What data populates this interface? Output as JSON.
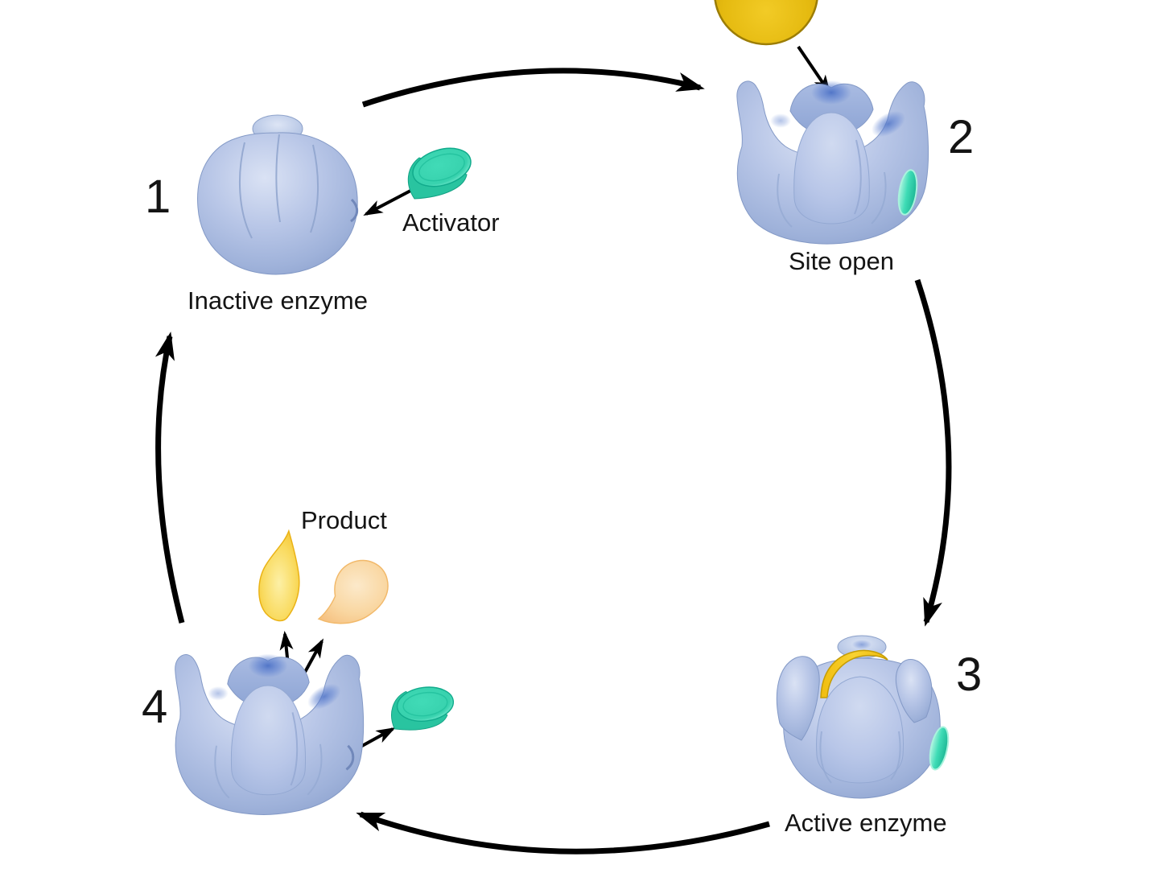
{
  "diagram": {
    "background": "#ffffff",
    "stages": [
      {
        "number": "1",
        "caption": "Inactive enzyme"
      },
      {
        "number": "2",
        "caption": "Site open"
      },
      {
        "number": "3",
        "caption": "Active enzyme"
      },
      {
        "number": "4",
        "caption": ""
      }
    ],
    "labels": {
      "activator": "Activator",
      "product": "Product"
    },
    "colors": {
      "enzyme_body": "#aabce2",
      "enzyme_highlight": "#d8e0f2",
      "enzyme_shadow": "#8ea3cf",
      "cavity_blue": "#5d80d0",
      "activator_teal": "#3fdcb6",
      "substrate_yellow": "#e5ba10",
      "product_yellow": "#f6c62c",
      "product_orange": "#f6c17c",
      "arrow": "#000000",
      "text": "#141414"
    }
  }
}
